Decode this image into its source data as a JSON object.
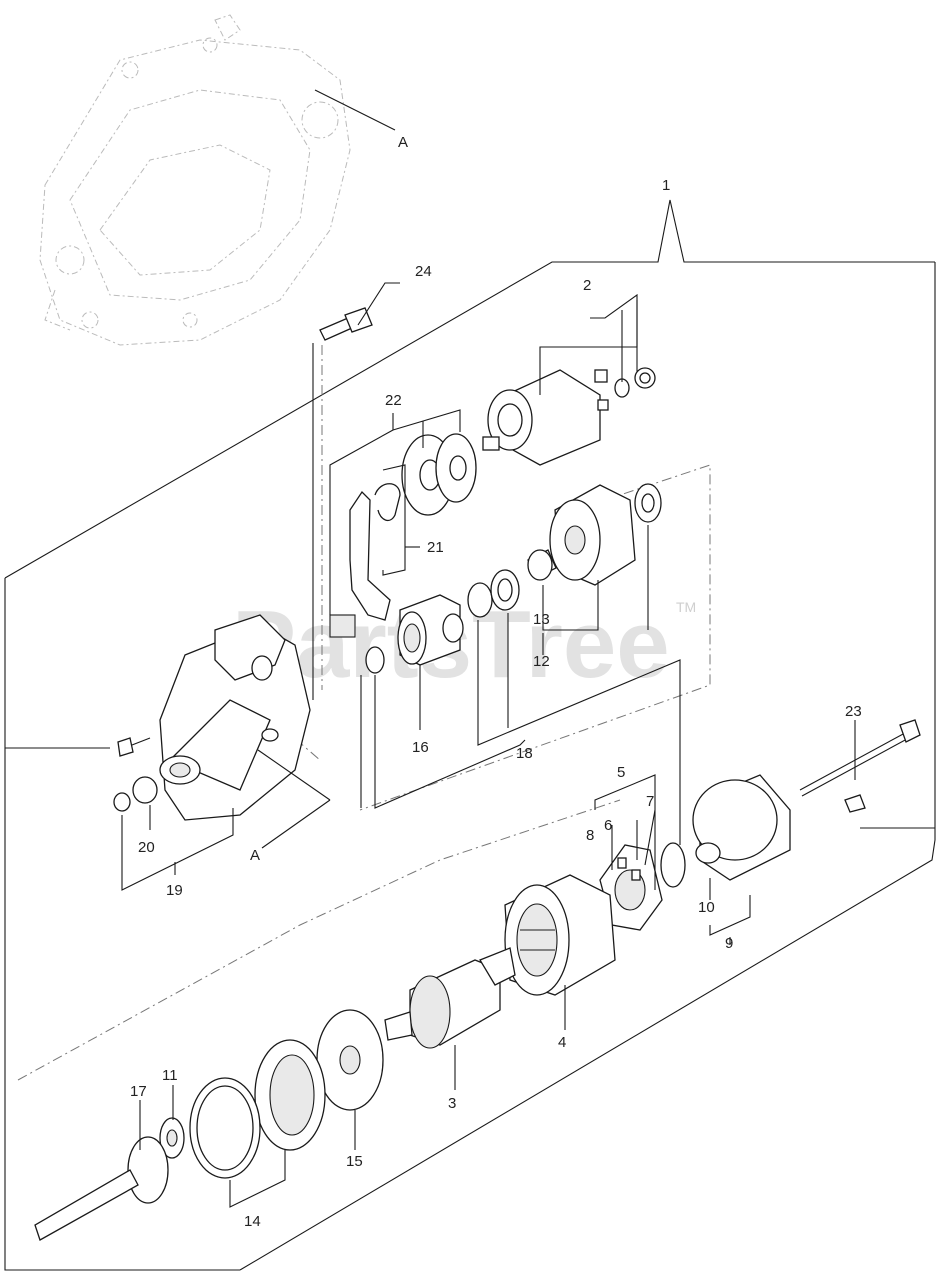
{
  "watermark": {
    "brand": "PartsTree",
    "trademark": "TM"
  },
  "callouts": {
    "c1": "1",
    "c2": "2",
    "c3": "3",
    "c4": "4",
    "c5": "5",
    "c6": "6",
    "c7": "7",
    "c8": "8",
    "c9": "9",
    "c10": "10",
    "c11": "11",
    "c12": "12",
    "c13": "13",
    "c14": "14",
    "c15": "15",
    "c16": "16",
    "c17": "17",
    "c18": "18",
    "c19": "19",
    "c20": "20",
    "c21": "21",
    "c22": "22",
    "c23": "23",
    "c24": "24",
    "refA1": "A",
    "refA2": "A"
  }
}
